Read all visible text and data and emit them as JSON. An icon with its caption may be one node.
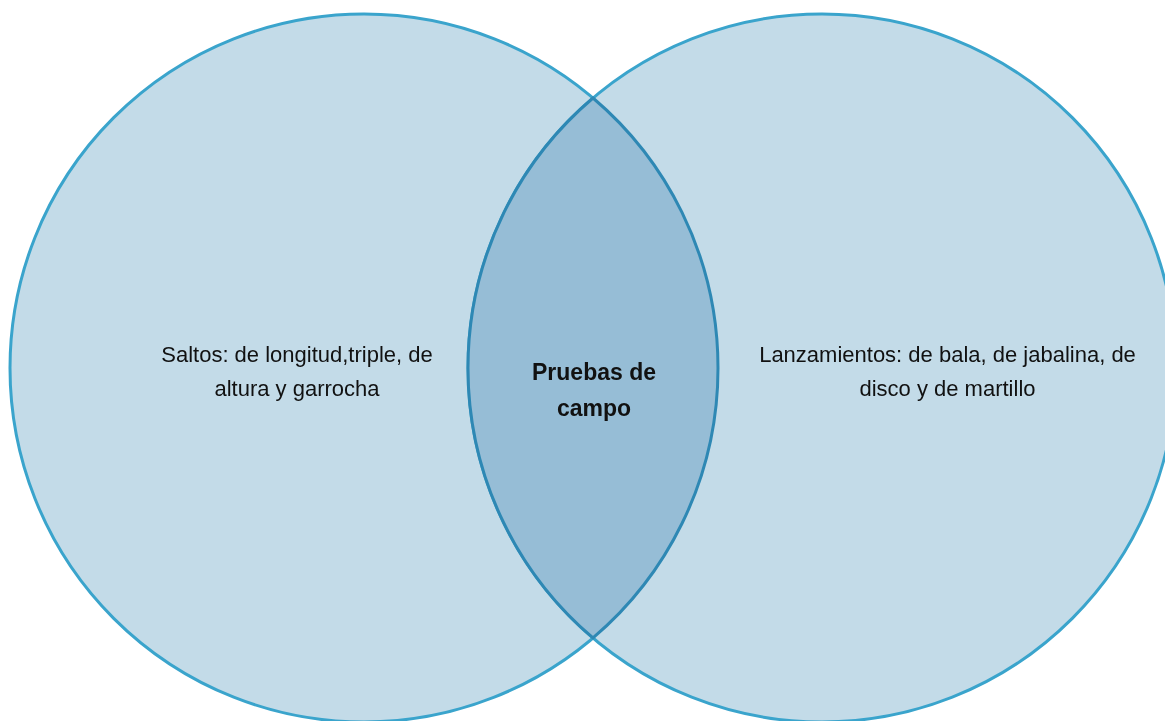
{
  "diagram": {
    "nodes": [
      {
        "text": [
          "Saltos: de longitud,triple, de altura y garrocha"
        ]
      },
      {
        "text": [
          "Lanzamientos: de bala, de jabalina, de disco y de martillo"
        ]
      },
      {
        "text": [
          "Pruebas de campo"
        ]
      }
    ]
  }
}
